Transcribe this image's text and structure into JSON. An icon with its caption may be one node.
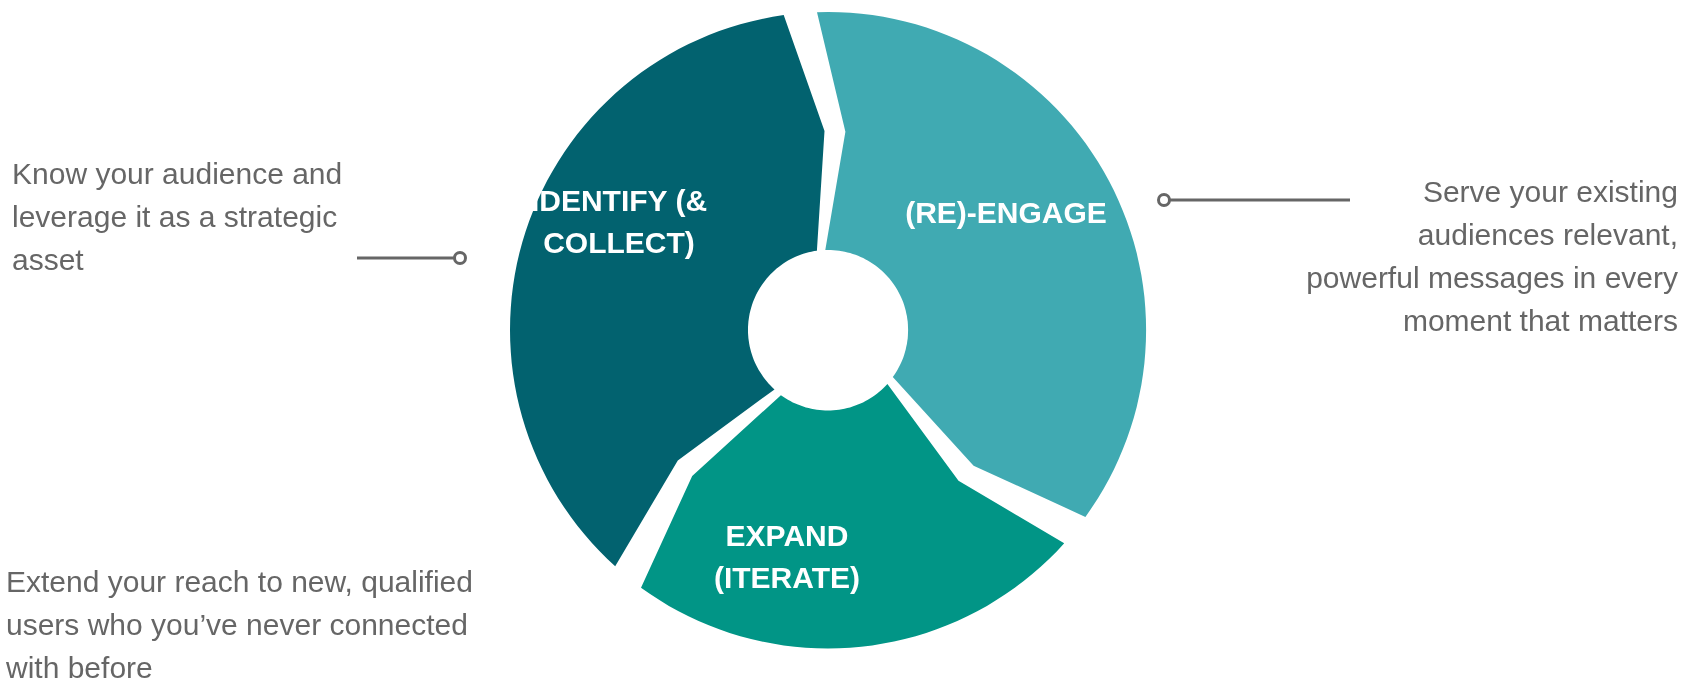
{
  "diagram": {
    "nodes": [
      {
        "text": [
          "IDENTIFY (& COLLECT)"
        ]
      },
      {
        "text": [
          "(RE)-ENGAGE"
        ]
      },
      {
        "text": [
          "EXPAND (ITERATE)"
        ]
      },
      {
        "text": [
          "Know your audience and leverage it as a strategic asset"
        ]
      },
      {
        "text": [
          "Serve your existing audiences relevant, powerful messages in every moment that matters"
        ]
      }
    ],
    "edges": [
      {
        "from": 3,
        "to": 0,
        "arrow": "other"
      },
      {
        "from": 4,
        "to": 1,
        "arrow": "other"
      }
    ],
    "labels": [
      "Extend your reach to new, qualified users who you’ve never connected with before"
    ]
  }
}
